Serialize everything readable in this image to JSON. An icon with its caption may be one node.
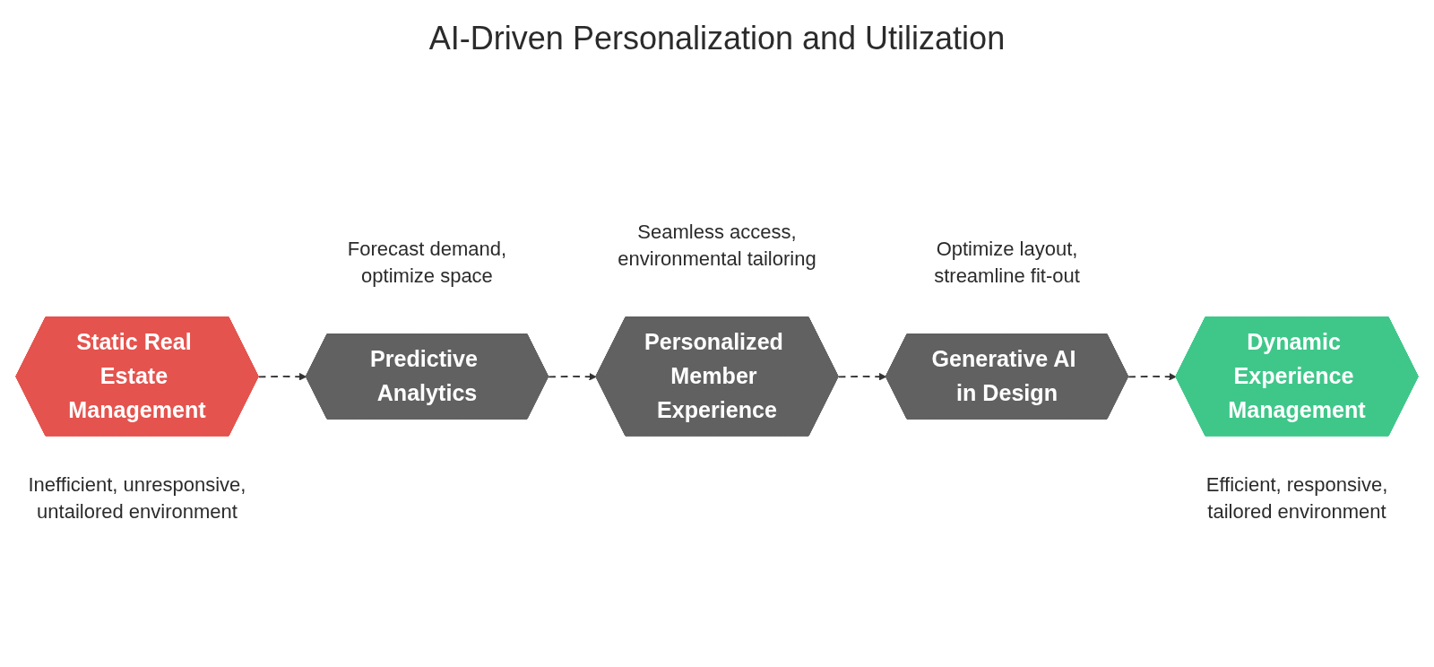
{
  "diagram": {
    "title": "AI-Driven Personalization and Utilization",
    "nodes": [
      {
        "text": [
          "Static Real Estate Management"
        ],
        "beside": [
          "Inefficient, unresponsive, untailored environment"
        ]
      },
      {
        "text": [
          "Predictive Analytics"
        ],
        "beside": [
          "Forecast demand, optimize space"
        ]
      },
      {
        "text": [
          "Personalized Member Experience"
        ],
        "beside": [
          "Seamless access, environmental tailoring"
        ]
      },
      {
        "text": [
          "Generative AI in Design"
        ],
        "beside": [
          "Optimize layout, streamline fit-out"
        ]
      },
      {
        "text": [
          "Dynamic Experience Management"
        ],
        "beside": [
          "Efficient, responsive, tailored environment"
        ]
      }
    ],
    "edges": [
      {
        "from": 0,
        "to": 1,
        "arrow": "to",
        "style": "dashed"
      },
      {
        "from": 1,
        "to": 2,
        "arrow": "to",
        "style": "dashed"
      },
      {
        "from": 2,
        "to": 3,
        "arrow": "to",
        "style": "dashed"
      },
      {
        "from": 3,
        "to": 4,
        "arrow": "to",
        "style": "dashed"
      }
    ]
  }
}
